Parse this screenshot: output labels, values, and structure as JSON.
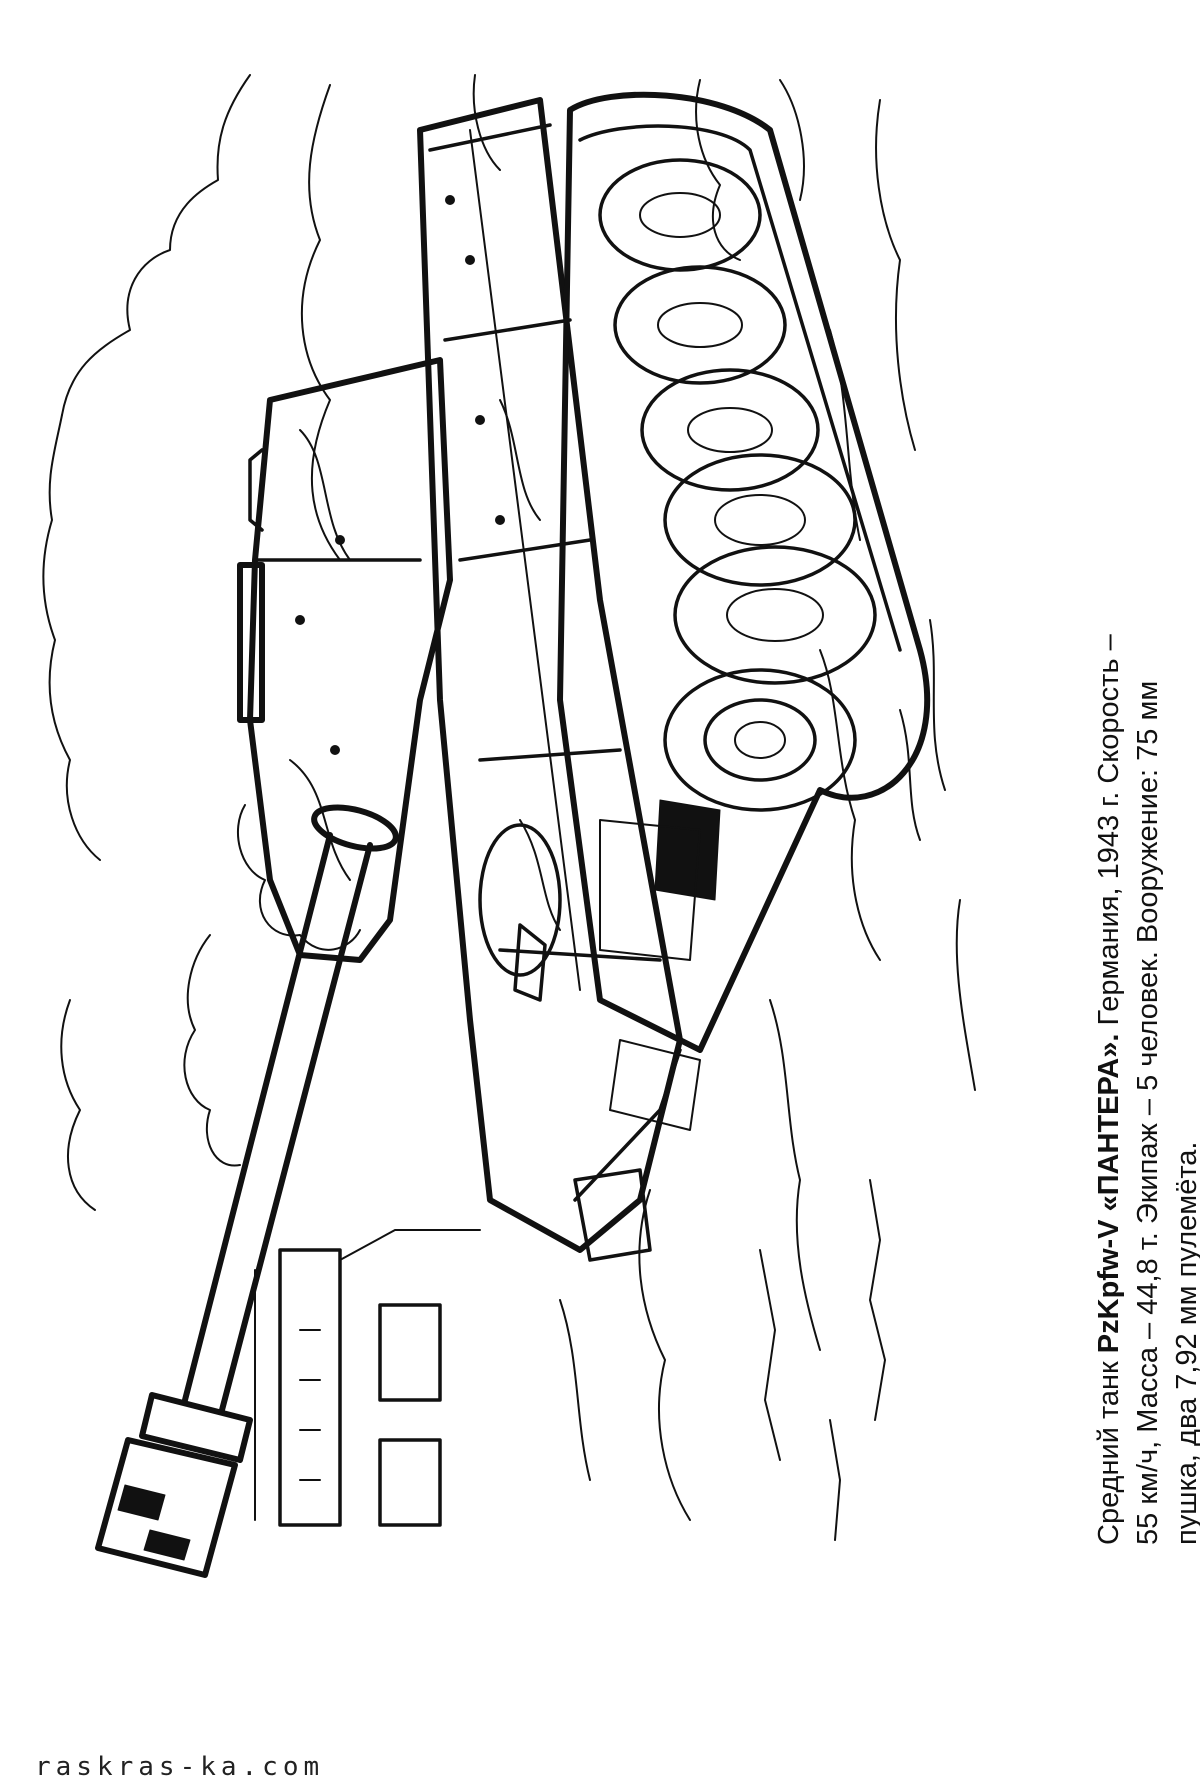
{
  "caption": {
    "line1_prefix": "Средний танк ",
    "line1_bold": "PzKpfw-V «ПАНТЕРА».",
    "line1_suffix": "  Германия, 1943 г. Скорость –",
    "line2": "55 км/ч,  Масса – 44,8 т. Экипаж – 5 человек.  Вооружение: 75 мм",
    "line3": "пушка,  два 7,92 мм пулемёта."
  },
  "watermark": "raskras-ka.com",
  "colors": {
    "ink": "#111111",
    "paper": "#ffffff"
  }
}
